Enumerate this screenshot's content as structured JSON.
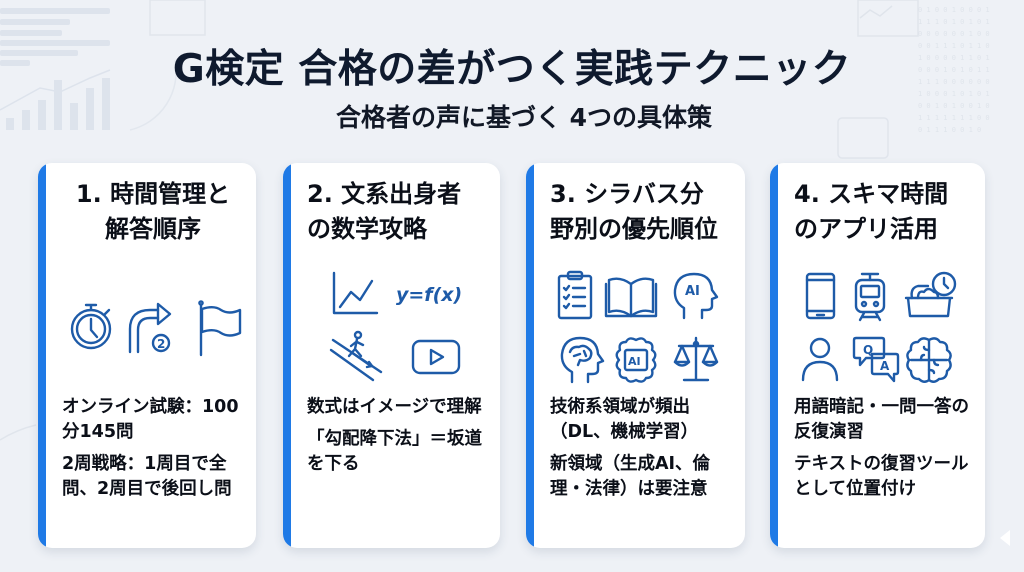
{
  "header": {
    "title": "G検定 合格の差がつく実践テクニック",
    "subtitle": "合格者の声に基づく 4つの具体策"
  },
  "colors": {
    "accent": "#1f7ae6",
    "icon": "#1e5ba8",
    "background": "#eef1f6",
    "title_text": "#0f1a2e"
  },
  "cards": [
    {
      "title_line1": "1. 時間管理と",
      "title_line2": "解答順序",
      "icons": [
        "stopwatch-icon",
        "turn-arrow-2-icon",
        "flag-icon"
      ],
      "points": [
        "オンライン試験：100分145問",
        "2周戦略：1周目で全問、2周目で後回し問"
      ]
    },
    {
      "title_line1": "2. 文系出身者",
      "title_line2": "の数学攻略",
      "icons": [
        "line-chart-icon",
        "formula-icon",
        "walking-downhill-icon",
        "video-play-icon"
      ],
      "formula": "y=f(x)",
      "points": [
        "数式はイメージで理解",
        "「勾配降下法」＝坂道を下る"
      ]
    },
    {
      "title_line1": "3. シラバス分",
      "title_line2": "野別の優先順位",
      "icons": [
        "clipboard-checklist-icon",
        "open-book-icon",
        "ai-head-icon",
        "brain-head-icon",
        "ai-chip-icon",
        "scales-icon"
      ],
      "ai_label": "AI",
      "points": [
        "技術系領域が頻出（DL、機械学習）",
        "新領域（生成AI、倫理・法律）は要注意"
      ]
    },
    {
      "title_line1": "4. スキマ時間",
      "title_line2": "のアプリ活用",
      "icons": [
        "smartphone-icon",
        "train-icon",
        "lunchbox-clock-icon",
        "person-icon",
        "qa-bubbles-icon",
        "puzzle-brain-icon"
      ],
      "qa_q": "Q",
      "qa_a": "A",
      "points": [
        "用語暗記・一問一答の反復演習",
        "テキストの復習ツールとして位置付け"
      ]
    }
  ]
}
